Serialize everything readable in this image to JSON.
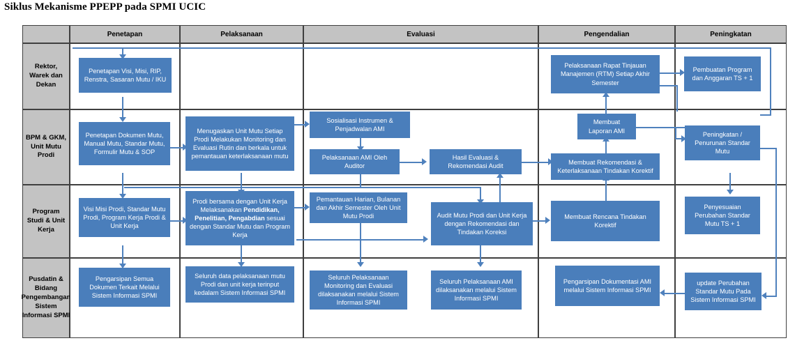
{
  "title": "Siklus Mekanisme PPEPP pada SPMI UCIC",
  "theme": {
    "box_fill": "#4a7ebb",
    "connector": "#4f81bd",
    "header_fill": "#c3c3c3",
    "border": "#3f3f3f",
    "box_text": "#ffffff"
  },
  "columns": [
    {
      "label": "Penetapan"
    },
    {
      "label": "Pelaksanaan"
    },
    {
      "label": "Evaluasi"
    },
    {
      "label": "Pengendalian"
    },
    {
      "label": "Peningkatan"
    }
  ],
  "rows": [
    {
      "label": "Rektor, Warek dan Dekan"
    },
    {
      "label": "BPM & GKM, Unit Mutu Prodi"
    },
    {
      "label": "Program Studi & Unit Kerja"
    },
    {
      "label": "Pusdatin & Bidang Pengembangan Sistem Informasi SPMI"
    }
  ],
  "boxes": {
    "r1c1": "Penetapan Visi, Misi, RIP, Renstra, Sasaran Mutu / IKU",
    "r1c4": "Pelaksanaan Rapat Tinjauan Manajemen (RTM) Setiap Akhir Semester",
    "r1c5": "Pembuatan Program dan Anggaran TS + 1",
    "r2c1": "Penetapan Dokumen Mutu, Manual Mutu, Standar Mutu, Formulir Mutu & SOP",
    "r2c2": "Menugaskan Unit Mutu Setiap Prodi Melakukan Monitoring dan Evaluasi Rutin dan berkala untuk pemantauan keterlaksanaan mutu",
    "r2c3a": "Sosialisasi Instrumen & Penjadwalan AMI",
    "r2c3b": "Pelaksanaan AMI Oleh Auditor",
    "r2c3c": "Hasil Evaluasi & Rekomendasi Audit",
    "r2c4a": "Membuat Laporan AMI",
    "r2c4b": "Membuat Rekomendasi & Keterlaksanaan Tindakan Korektif",
    "r2c5": "Peningkatan / Penurunan Standar Mutu",
    "r3c1": "Visi Misi Prodi, Standar Mutu Prodi, Program Kerja Prodi & Unit Kerja",
    "r3c2_pre": "Prodi bersama dengan Unit Kerja Melaksanakan ",
    "r3c2_bold": "Pendidikan, Penelitian, Pengabdian",
    "r3c2_post": " sesuai dengan Standar Mutu dan Program Kerja",
    "r3c3a": "Pemantauan Harian, Bulanan dan Akhir Semester Oleh Unit Mutu Prodi",
    "r3c3b": "Audit Mutu Prodi dan Unit Kerja dengan Rekomendasi dan Tindakan Koreksi",
    "r3c4": "Membuat Rencana Tindakan Korektif",
    "r3c5": "Penyesuaian Perubahan Standar Mutu TS + 1",
    "r4c1": "Pengarsipan Semua Dokumen Terkait Melalui Sistem Informasi SPMI",
    "r4c2": "Seluruh data pelaksanaan mutu Prodi dan unit kerja terinput kedalam Sistem Informasi SPMI",
    "r4c3a": "Seluruh Pelaksanaan Monitoring dan Evaluasi dilaksanakan melalui Sistem Informasi SPMI",
    "r4c3b": "Seluruh Pelaksanaan AMI dilaksanakan melalui  Sistem Informasi SPMI",
    "r4c4": "Pengarsipan Dokumentasi AMI melalui Sistem Informasi SPMI",
    "r4c5": "update Perubahan Standar Mutu Pada Sistem Informasi SPMI"
  }
}
